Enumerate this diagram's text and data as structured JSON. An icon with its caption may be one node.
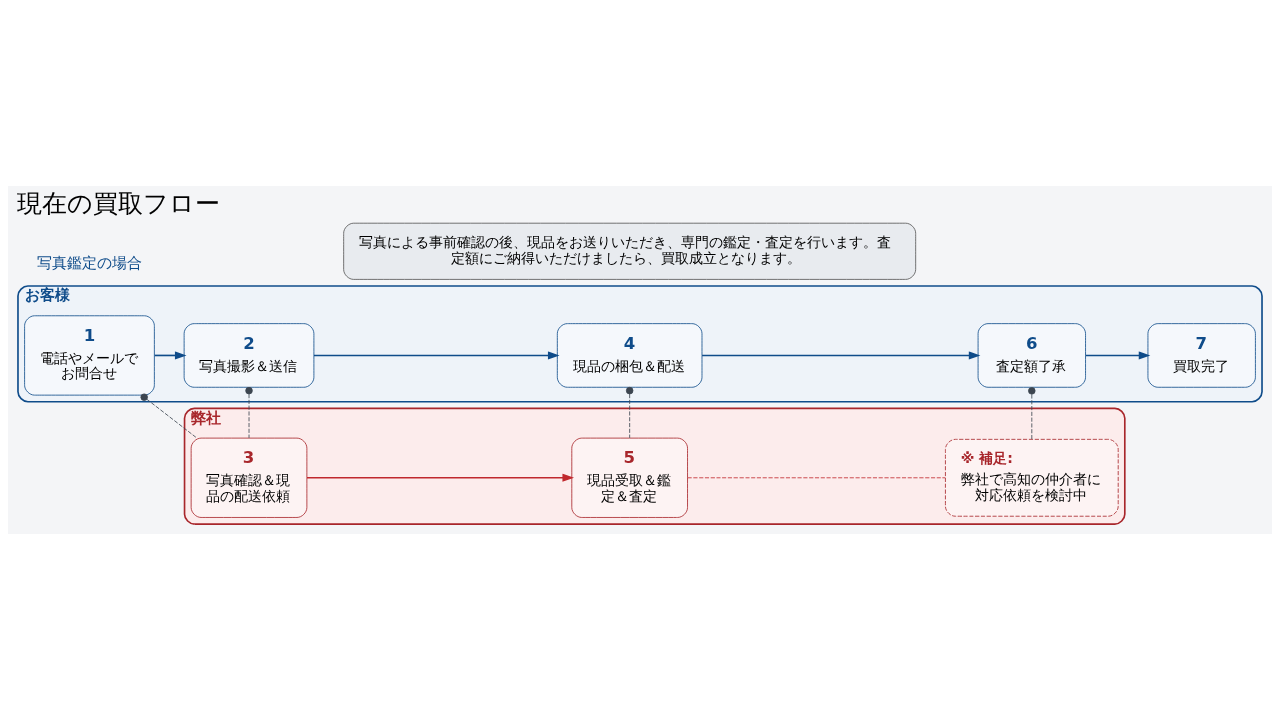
{
  "diagram": {
    "title": "現在の買取フロー",
    "nodes": [
      {
        "text": [
          "お客様"
        ]
      },
      {
        "text": [
          "1",
          "電話やメールでお問合せ"
        ],
        "in": 0
      },
      {
        "text": [
          "2",
          "写真撮影＆送信"
        ],
        "in": 0
      },
      {
        "text": [
          "4",
          "現品の梱包＆配送"
        ],
        "in": 0
      },
      {
        "text": [
          "6",
          "査定額了承"
        ],
        "in": 0
      },
      {
        "text": [
          "7",
          "買取完了"
        ],
        "in": 0
      },
      {
        "text": [
          "弊社"
        ]
      },
      {
        "text": [
          "3",
          "写真確認＆現品の配送依頼"
        ],
        "in": 6
      },
      {
        "text": [
          "5",
          "現品受取＆鑑定＆査定"
        ],
        "in": 6
      },
      {
        "text": [
          "※ 補足:",
          "弊社で高知の仲介者に対応依頼を検討中"
        ],
        "in": 6
      },
      {
        "text": [
          "写真による事前確認の後、現品をお送りいただき、専門の鑑定・査定を行います。査定額にご納得いただけましたら、買取成立となります。"
        ]
      }
    ],
    "edges": [
      {
        "from": 1,
        "to": 2,
        "arrow": "to"
      },
      {
        "from": 2,
        "to": 3,
        "arrow": "to"
      },
      {
        "from": 3,
        "to": 4,
        "arrow": "to"
      },
      {
        "from": 4,
        "to": 5,
        "arrow": "to"
      },
      {
        "from": 1,
        "to": 7,
        "arrow": "other",
        "style": "dashed",
        "color": "#3c4550"
      },
      {
        "from": 2,
        "to": 7,
        "arrow": "other",
        "style": "dashed",
        "color": "#3c4550"
      },
      {
        "from": 3,
        "to": 8,
        "arrow": "other",
        "style": "dashed",
        "color": "#3c4550"
      },
      {
        "from": 4,
        "to": 9,
        "arrow": "other",
        "style": "dashed",
        "color": "#3c4550"
      },
      {
        "from": 7,
        "to": 8,
        "arrow": "to",
        "color": "#c0282d"
      },
      {
        "from": 8,
        "to": 9,
        "arrow": "none",
        "style": "dashed",
        "color": "#c0282d"
      }
    ],
    "labels": [
      "写真鑑定の場合"
    ]
  }
}
